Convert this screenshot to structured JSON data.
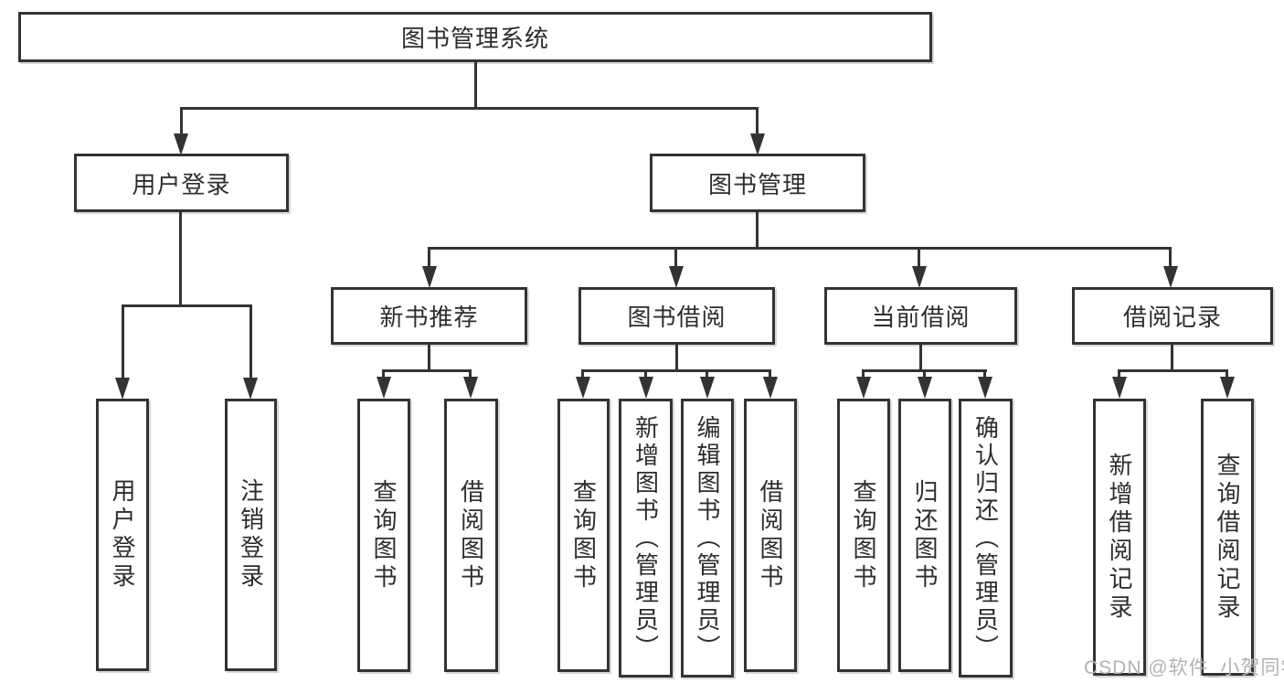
{
  "diagram_title": "图书管理系统",
  "colors": {
    "line": "#333333",
    "box_border": "#333333",
    "text": "#2d2d2d",
    "background": "#ffffff",
    "watermark": "#b2b2b2"
  },
  "root": {
    "label": "图书管理系统"
  },
  "level2": [
    {
      "label": "用户登录"
    },
    {
      "label": "图书管理"
    }
  ],
  "level3": [
    {
      "label": "新书推荐"
    },
    {
      "label": "图书借阅"
    },
    {
      "label": "当前借阅"
    },
    {
      "label": "借阅记录"
    }
  ],
  "leaves": {
    "user_login": [
      {
        "label": "用户登录"
      },
      {
        "label": "注销登录"
      }
    ],
    "new_books": [
      {
        "label": "查询图书"
      },
      {
        "label": "借阅图书"
      }
    ],
    "book_borrow": [
      {
        "label": "查询图书"
      },
      {
        "label": "新增图书（管理员）"
      },
      {
        "label": "编辑图书（管理员）"
      },
      {
        "label": "借阅图书"
      }
    ],
    "current_borrow": [
      {
        "label": "查询图书"
      },
      {
        "label": "归还图书"
      },
      {
        "label": "确认归还（管理员）"
      }
    ],
    "borrow_records": [
      {
        "label": "新增借阅记录"
      },
      {
        "label": "查询借阅记录"
      }
    ]
  },
  "watermark": "CSDN @软件_小贺同学"
}
